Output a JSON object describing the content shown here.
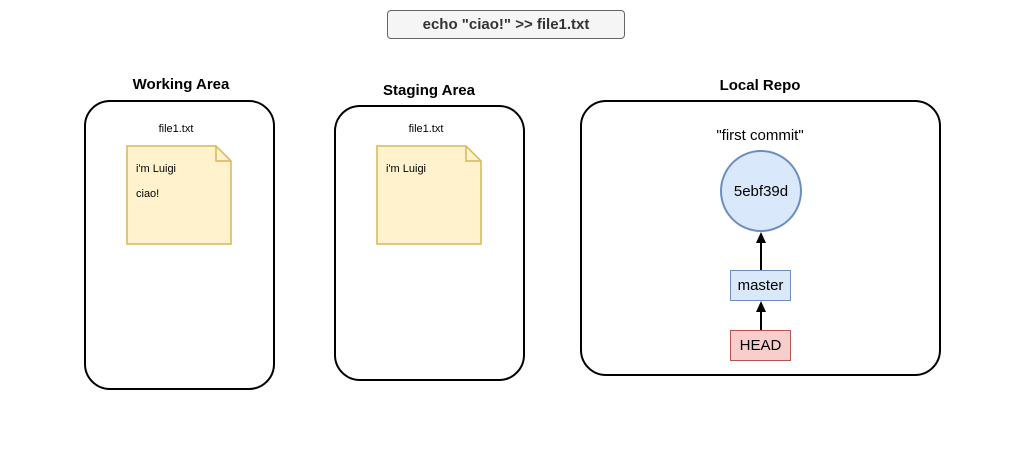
{
  "command": "echo \"ciao!\" >> file1.txt",
  "areas": {
    "working": {
      "title": "Working Area",
      "file_name": "file1.txt",
      "lines": [
        "i'm Luigi",
        "ciao!"
      ]
    },
    "staging": {
      "title": "Staging Area",
      "file_name": "file1.txt",
      "lines": [
        "i'm Luigi"
      ]
    },
    "repo": {
      "title": "Local Repo",
      "commit_message": "\"first commit\"",
      "commit_hash": "5ebf39d",
      "branch": "master",
      "head": "HEAD"
    }
  },
  "colors": {
    "note_fill": "#fff2cc",
    "note_stroke": "#d6b656",
    "commit_fill": "#dae8fc",
    "commit_stroke": "#6c8ebf",
    "head_fill": "#f8cecc",
    "head_stroke": "#b85450"
  }
}
